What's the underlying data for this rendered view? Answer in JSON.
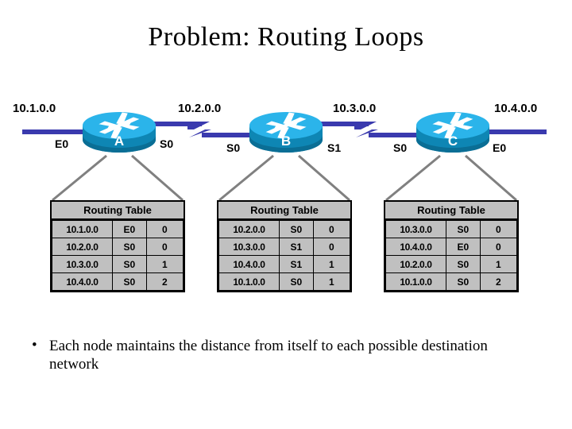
{
  "slide": {
    "title": "Problem: Routing Loops",
    "bullet": "Each node maintains the distance from itself to each possible destination network",
    "bullet_marker": "•"
  },
  "colors": {
    "link": "#3A3AAE",
    "router_top": "#2BB4EA",
    "router_body": "#0E86B4",
    "router_body_dark": "#0A6E95",
    "table_fill": "#C0C0C0",
    "table_border": "#000000",
    "connector": "#808080",
    "text": "#000000",
    "router_label": "#FFFFFF"
  },
  "networks": [
    {
      "label": "10.1.0.0"
    },
    {
      "label": "10.2.0.0"
    },
    {
      "label": "10.3.0.0"
    },
    {
      "label": "10.4.0.0"
    }
  ],
  "routers": [
    {
      "name": "A",
      "left_interface": "E0",
      "right_interface": "S0",
      "icon": "router-icon"
    },
    {
      "name": "B",
      "left_interface": "S0",
      "right_interface": "S1",
      "icon": "router-icon"
    },
    {
      "name": "C",
      "left_interface": "S0",
      "right_interface": "E0",
      "icon": "router-icon"
    }
  ],
  "routing_tables": [
    {
      "title": "Routing Table",
      "rows": [
        {
          "network": "10.1.0.0",
          "interface": "E0",
          "metric": "0"
        },
        {
          "network": "10.2.0.0",
          "interface": "S0",
          "metric": "0"
        },
        {
          "network": "10.3.0.0",
          "interface": "S0",
          "metric": "1"
        },
        {
          "network": "10.4.0.0",
          "interface": "S0",
          "metric": "2"
        }
      ]
    },
    {
      "title": "Routing Table",
      "rows": [
        {
          "network": "10.2.0.0",
          "interface": "S0",
          "metric": "0"
        },
        {
          "network": "10.3.0.0",
          "interface": "S1",
          "metric": "0"
        },
        {
          "network": "10.4.0.0",
          "interface": "S1",
          "metric": "1"
        },
        {
          "network": "10.1.0.0",
          "interface": "S0",
          "metric": "1"
        }
      ]
    },
    {
      "title": "Routing Table",
      "rows": [
        {
          "network": "10.3.0.0",
          "interface": "S0",
          "metric": "0"
        },
        {
          "network": "10.4.0.0",
          "interface": "E0",
          "metric": "0"
        },
        {
          "network": "10.2.0.0",
          "interface": "S0",
          "metric": "1"
        },
        {
          "network": "10.1.0.0",
          "interface": "S0",
          "metric": "2"
        }
      ]
    }
  ]
}
